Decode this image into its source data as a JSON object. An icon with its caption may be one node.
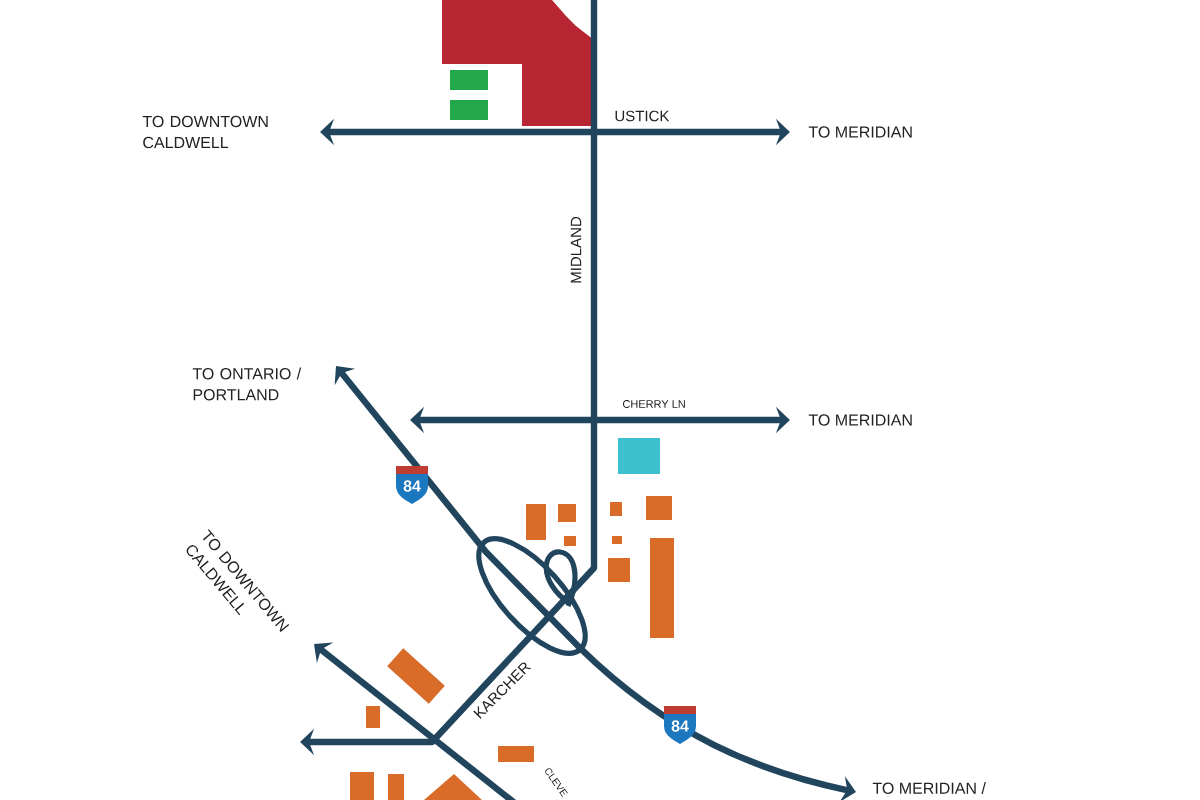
{
  "diagram": {
    "nodes": [
      {
        "text": [
          "TO DOWNTOWN CALDWELL"
        ]
      },
      {
        "text": [
          "TO MERIDIAN"
        ]
      },
      {
        "text": [
          "TO ONTARIO / PORTLAND"
        ]
      },
      {
        "text": [
          "TO MERIDIAN"
        ]
      },
      {
        "text": [
          "TO DOWNTOWN CALDWELL"
        ]
      },
      {
        "text": [
          "TO MERIDIAN /"
        ]
      }
    ],
    "edges": [
      {
        "from": 0,
        "to": 1,
        "arrow": "both"
      },
      {
        "from": null,
        "to": 3,
        "arrow": "both"
      },
      {
        "from": 2,
        "to": 5,
        "arrow": "both"
      },
      {
        "from": null,
        "to": 4,
        "arrow": "to"
      }
    ],
    "labels": [
      "USTICK",
      "MIDLAND",
      "CHERRY LN",
      "84",
      "KARCHER",
      "84",
      "CLEVE"
    ]
  }
}
